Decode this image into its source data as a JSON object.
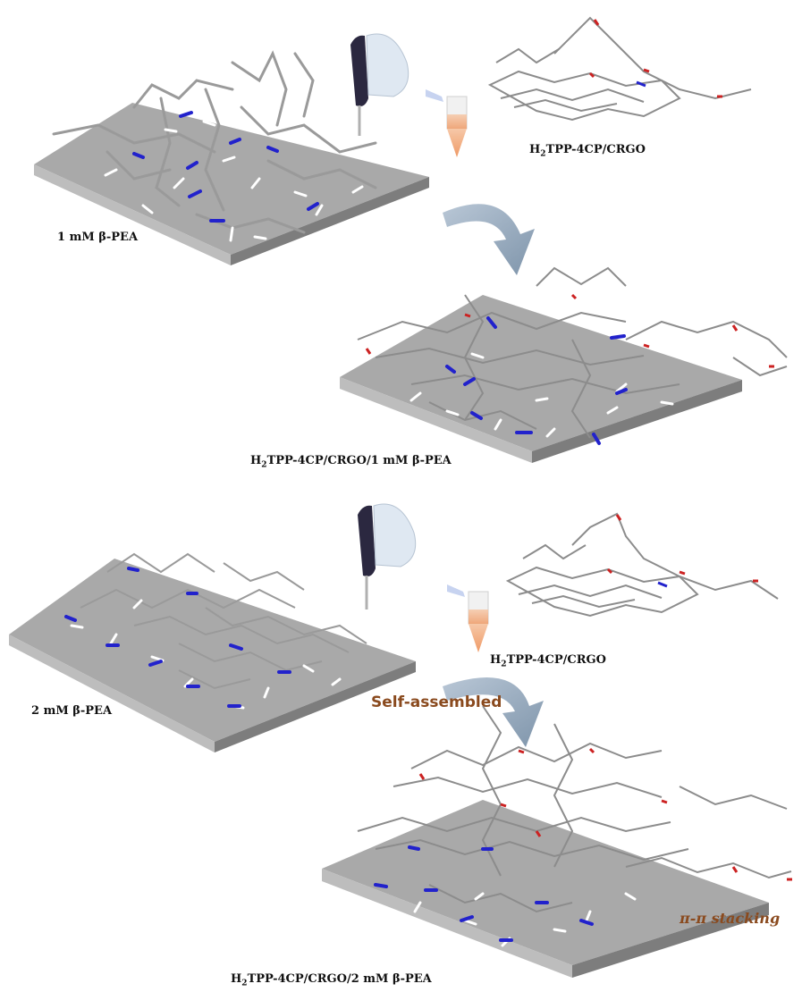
{
  "labels": {
    "label_1mm": "1 mM β-PEA",
    "label_2mm": "2 mM β-PEA",
    "complex_1_pre": "H",
    "complex_1_sub": "2",
    "complex_1_post": "TPP-4CP/CRGO",
    "complex_2_pre": "H",
    "complex_2_sub": "2",
    "complex_2_post": "TPP-4CP/CRGO",
    "result_1_pre": "H",
    "result_1_sub": "2",
    "result_1_post": "TPP-4CP/CRGO/1 mM β-PEA",
    "result_2_pre": "H",
    "result_2_sub": "2",
    "result_2_post": "TPP-4CP/CRGO/2 mM β-PEA",
    "self_assembled": "Self-assembled",
    "pi_stacking": "π-π stacking"
  },
  "colors": {
    "substrate_top": "#a9a9a9",
    "substrate_side": "#7d7d7d",
    "molecule_gray": "#9a9a9a",
    "nitrogen_blue": "#2222cc",
    "oxygen_red": "#cc2222",
    "arrow_blue": "#8fa3b8",
    "tube_liquid": "#f2b08a",
    "accent_brown": "#8a4a1e"
  }
}
